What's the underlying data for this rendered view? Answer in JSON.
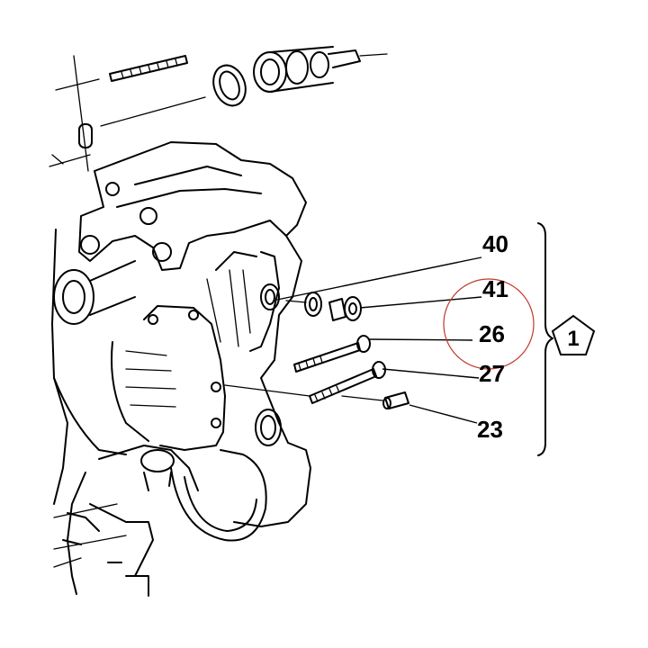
{
  "callouts": {
    "c40": "40",
    "c41": "41",
    "c26": "26",
    "c27": "27",
    "c23": "23"
  },
  "assembly_label": "1",
  "colors": {
    "ink": "#000000",
    "highlight_circle": "#c0392b",
    "background": "#ffffff"
  }
}
